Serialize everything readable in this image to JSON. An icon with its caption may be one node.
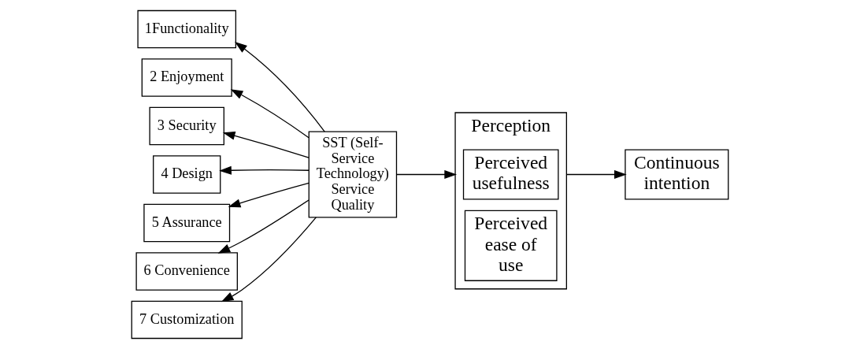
{
  "diagram": {
    "nodes": [
      {
        "text": [
          "1Functionality"
        ]
      },
      {
        "text": [
          "2 Enjoyment"
        ]
      },
      {
        "text": [
          "3 Security"
        ]
      },
      {
        "text": [
          "4 Design"
        ]
      },
      {
        "text": [
          "5 Assurance"
        ]
      },
      {
        "text": [
          "6 Convenience"
        ]
      },
      {
        "text": [
          "7 Customization"
        ]
      },
      {
        "text": [
          "SST (Self-Service Technology) Service Quality"
        ]
      },
      {
        "text": [
          "Perception"
        ]
      },
      {
        "text": [
          "Perceived usefulness"
        ],
        "in": 8
      },
      {
        "text": [
          "Perceived ease of use"
        ],
        "in": 8
      },
      {
        "text": [
          "Continuous intention"
        ]
      }
    ],
    "edges": [
      {
        "from": 7,
        "to": 0,
        "arrow": "to"
      },
      {
        "from": 7,
        "to": 1,
        "arrow": "to"
      },
      {
        "from": 7,
        "to": 2,
        "arrow": "to"
      },
      {
        "from": 7,
        "to": 3,
        "arrow": "to"
      },
      {
        "from": 7,
        "to": 4,
        "arrow": "to"
      },
      {
        "from": 7,
        "to": 5,
        "arrow": "to"
      },
      {
        "from": 7,
        "to": 6,
        "arrow": "to"
      },
      {
        "from": 7,
        "to": 8,
        "arrow": "to"
      },
      {
        "from": 8,
        "to": 11,
        "arrow": "to"
      }
    ]
  }
}
